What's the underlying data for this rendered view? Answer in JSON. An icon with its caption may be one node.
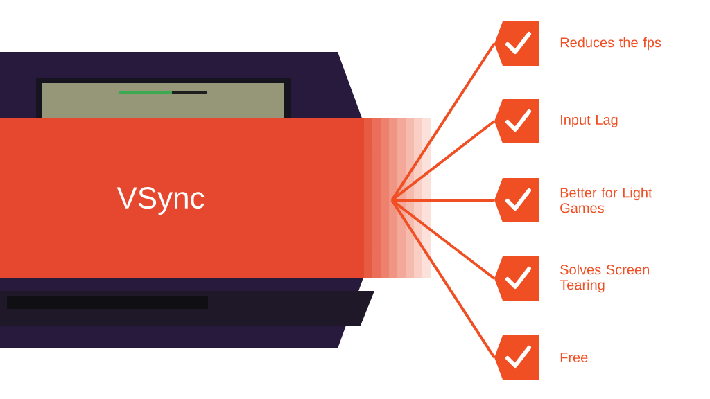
{
  "diagram": {
    "nodes": [
      {
        "text": [
          "VSync"
        ]
      },
      {
        "text": [],
        "shape": "box",
        "beside": [
          "Reduces the fps"
        ]
      },
      {
        "text": [],
        "shape": "box",
        "beside": [
          "Input Lag"
        ]
      },
      {
        "text": [],
        "shape": "box",
        "beside": [
          "Better for Light Games"
        ]
      },
      {
        "text": [],
        "shape": "box",
        "beside": [
          "Solves Screen Tearing"
        ]
      },
      {
        "text": [],
        "shape": "box",
        "beside": [
          "Free"
        ]
      }
    ],
    "edges": [
      {
        "from": 0,
        "to": 1,
        "arrow": "none"
      },
      {
        "from": 0,
        "to": 2,
        "arrow": "none"
      },
      {
        "from": 0,
        "to": 3,
        "arrow": "none"
      },
      {
        "from": 0,
        "to": 4,
        "arrow": "none"
      },
      {
        "from": 0,
        "to": 5,
        "arrow": "none"
      }
    ]
  }
}
